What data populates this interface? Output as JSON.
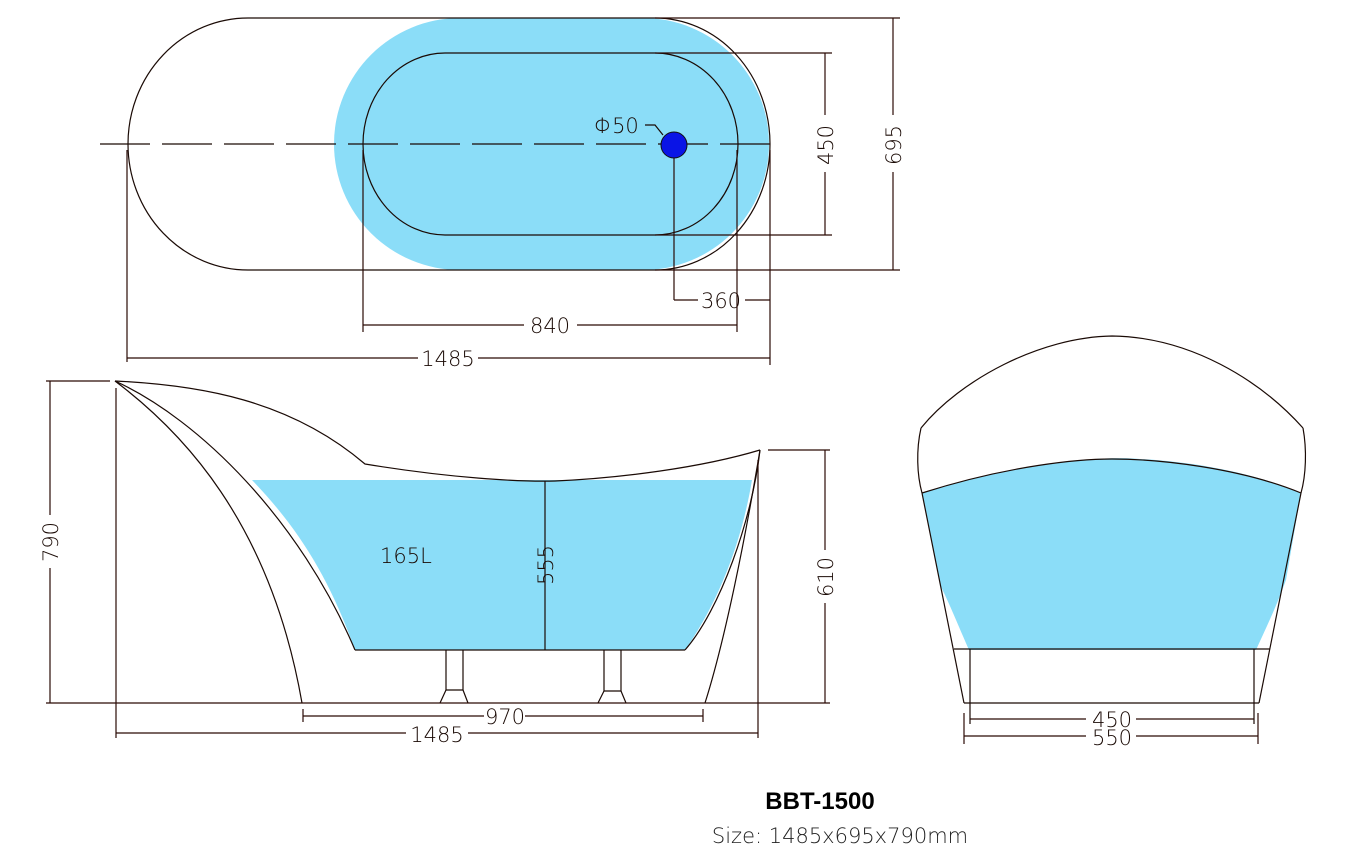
{
  "model": {
    "name": "BBT-1500",
    "size_label": "Size: 1485x695x790mm"
  },
  "top_view": {
    "drain_label": "Φ50",
    "dims": {
      "overall_length": "1485",
      "inner_length": "840",
      "drain_offset": "360",
      "inner_width": "450",
      "overall_width": "695"
    }
  },
  "side_view": {
    "capacity_label": "165L",
    "dims": {
      "overall_height": "790",
      "rim_height": "610",
      "water_depth": "555",
      "leg_span": "970",
      "overall_length": "1485"
    }
  },
  "end_view": {
    "dims": {
      "inner_base_width": "450",
      "outer_base_width": "550"
    }
  },
  "colors": {
    "water": "#8bddf8",
    "drain": "#0a14e6",
    "line": "#1a0a05"
  }
}
